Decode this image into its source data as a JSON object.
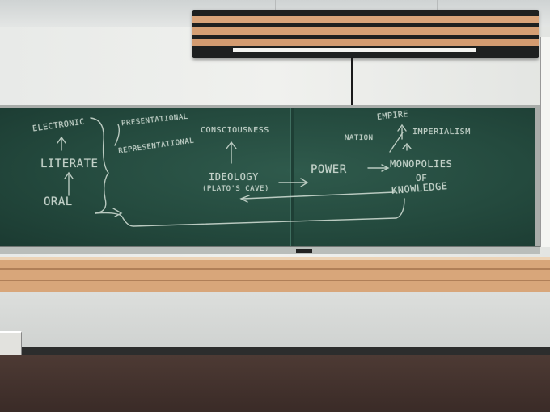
{
  "board_text": {
    "electronic": "ELECTRONIC",
    "literate": "LITERATE",
    "oral": "ORAL",
    "presentational": "PRESENTATIONAL",
    "representational": "REPRESENTATIONAL",
    "consciousness": "CONSCIOUSNESS",
    "ideology": "IDEOLOGY",
    "platos_cave": "(PLATO'S CAVE)",
    "power": "POWER",
    "monopolies": "MONOPOLIES",
    "of": "OF",
    "knowledge": "KNOWLEDGE",
    "empire": "EMPIRE",
    "nation": "NATION",
    "imperialism": "IMPERIALISM"
  },
  "colors": {
    "chalkboard": "#244a3e",
    "chalk": "#d9e4dc",
    "wood_trim": "#d8a67a"
  }
}
